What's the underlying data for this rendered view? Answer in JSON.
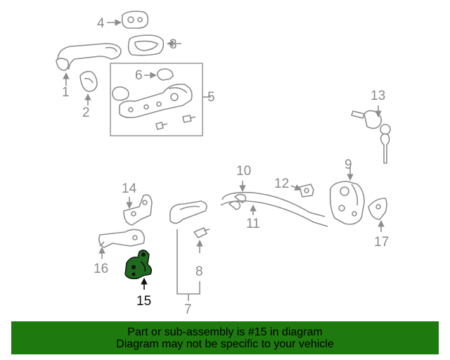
{
  "callouts": {
    "c1": "1",
    "c2": "2",
    "c3": "3",
    "c4": "4",
    "c5": "5",
    "c6": "6",
    "c7": "7",
    "c8": "8",
    "c9": "9",
    "c10": "10",
    "c11": "11",
    "c12": "12",
    "c13": "13",
    "c14": "14",
    "c15": "15",
    "c16": "16",
    "c17": "17"
  },
  "highlighted_part": "15",
  "colors": {
    "highlight": "#1f6a1f",
    "banner": "#1e7a0e",
    "parts": "#8d8d8d"
  },
  "banner": {
    "line1": "Part or sub-assembly is #15 in diagram",
    "line2": "Diagram may not be specific to your vehicle"
  }
}
